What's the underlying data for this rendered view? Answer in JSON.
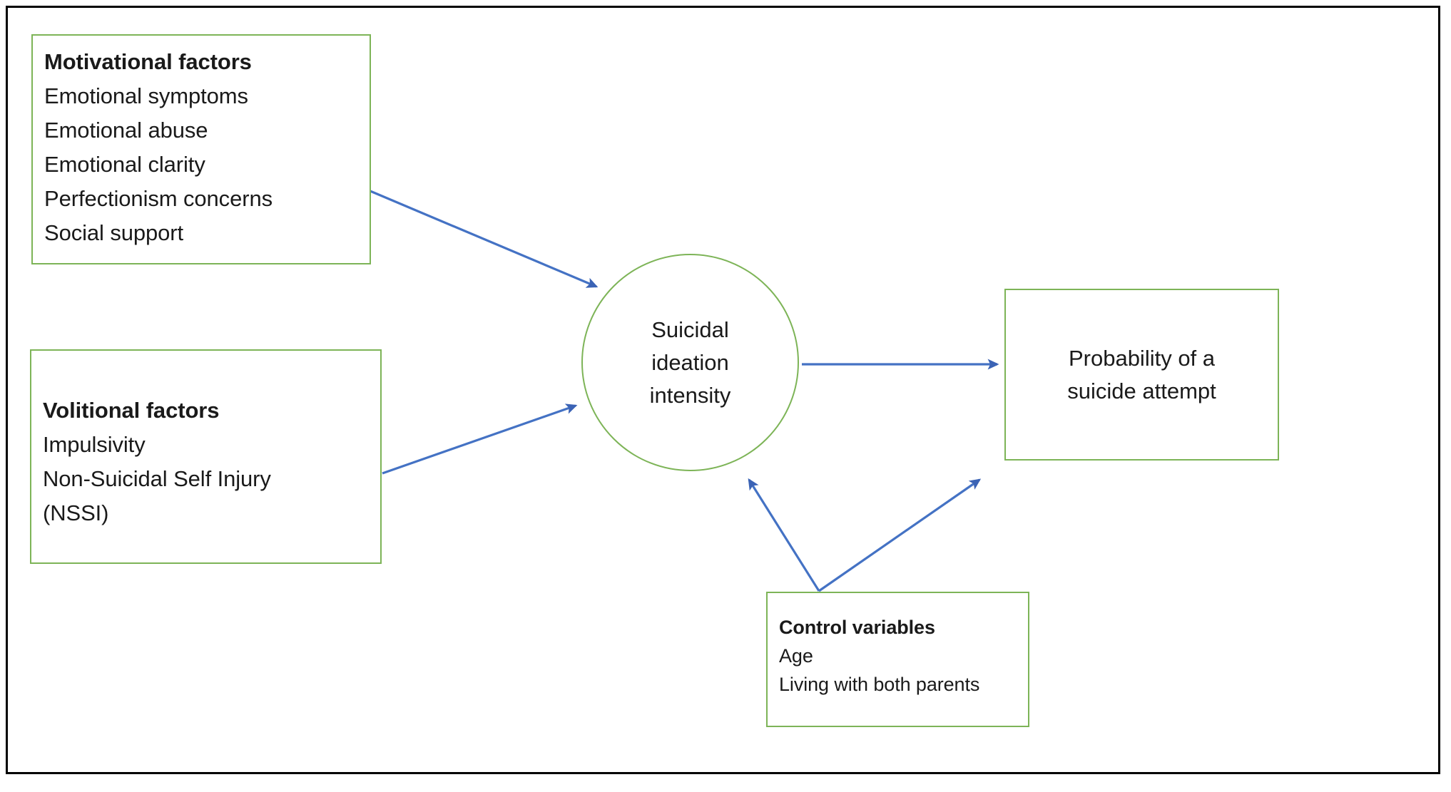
{
  "diagram": {
    "title_present": false,
    "colors": {
      "node_border": "#7DB457",
      "arrow": "#4472C4",
      "frame": "#000000",
      "text": "#1A1A1A",
      "background": "#FFFFFF"
    },
    "nodes": {
      "motivational": {
        "heading": "Motivational factors",
        "items": [
          "Emotional symptoms",
          "Emotional abuse",
          "Emotional clarity",
          "Perfectionism concerns",
          "Social support"
        ]
      },
      "volitional": {
        "heading": "Volitional factors",
        "items": [
          "Impulsivity",
          "Non-Suicidal Self Injury",
          "(NSSI)"
        ]
      },
      "outcome_circle": {
        "lines": [
          "Suicidal",
          "ideation",
          "intensity"
        ]
      },
      "probability": {
        "lines": [
          "Probability of a",
          "suicide attempt"
        ]
      },
      "control": {
        "heading": "Control variables",
        "items": [
          "Age",
          "Living with both parents"
        ]
      }
    },
    "edges": [
      {
        "name": "motivational-to-ideation",
        "from": "motivational",
        "to": "outcome_circle",
        "style": "arrow"
      },
      {
        "name": "volitional-to-ideation",
        "from": "volitional",
        "to": "outcome_circle",
        "style": "arrow"
      },
      {
        "name": "ideation-to-probability",
        "from": "outcome_circle",
        "to": "probability",
        "style": "arrow"
      },
      {
        "name": "control-to-ideation",
        "from": "control",
        "to": "outcome_circle",
        "style": "arrow"
      },
      {
        "name": "control-to-probability",
        "from": "control",
        "to": "probability",
        "style": "arrow"
      }
    ]
  }
}
